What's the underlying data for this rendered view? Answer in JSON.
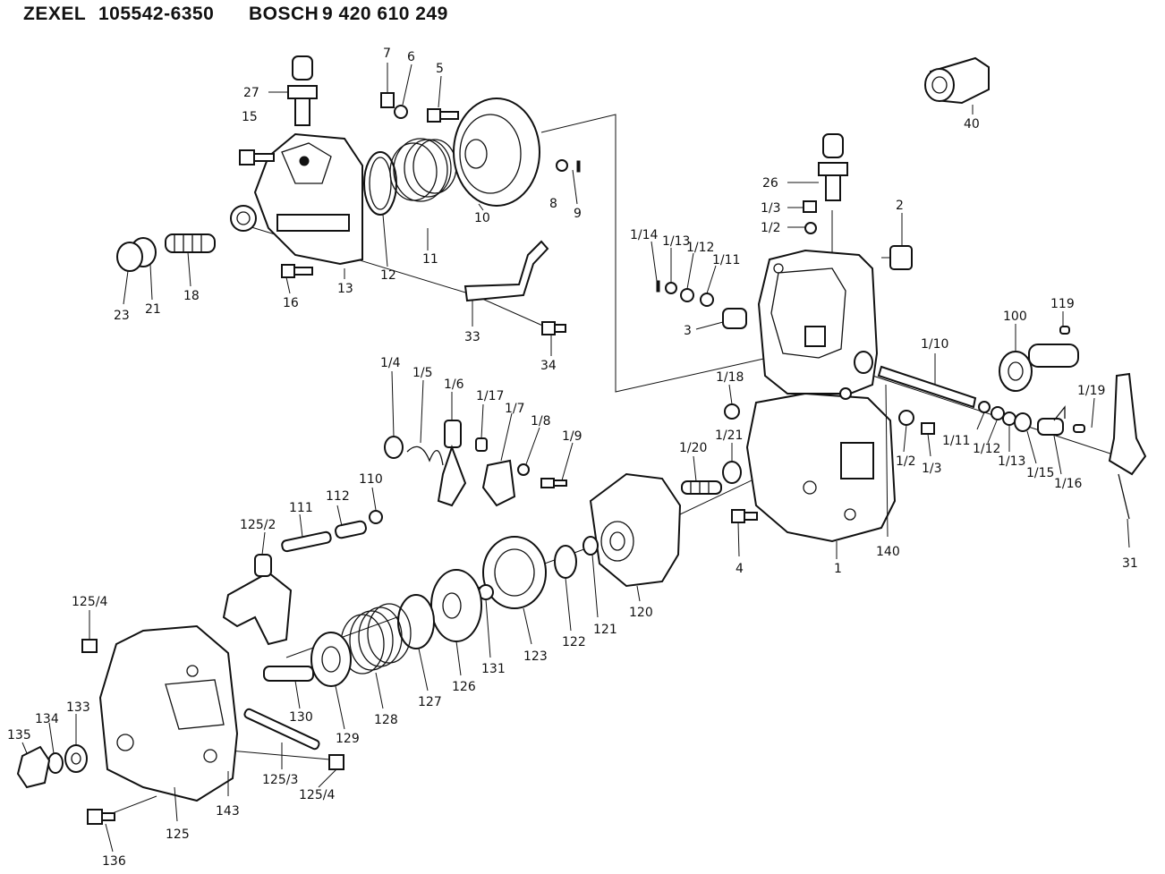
{
  "header": {
    "brand1": "ZEXEL",
    "part1": "105542-6350",
    "brand2": "BOSCH",
    "part2": "9 420 610 249"
  },
  "labels": [
    "7",
    "6",
    "5",
    "27",
    "15",
    "8",
    "9",
    "10",
    "11",
    "12",
    "13",
    "16",
    "18",
    "21",
    "23",
    "33",
    "34",
    "40",
    "26",
    "2",
    "1/3",
    "1/2",
    "1/14",
    "1/13",
    "1/12",
    "1/11",
    "3",
    "100",
    "119",
    "1/10",
    "1/18",
    "1/19",
    "1/11",
    "1/12",
    "1/13",
    "1/15",
    "1/16",
    "1/2",
    "1/3",
    "1/21",
    "1/20",
    "1/4",
    "1/5",
    "1/6",
    "1/17",
    "1/7",
    "1/8",
    "1/9",
    "140",
    "1",
    "31",
    "4",
    "125/2",
    "111",
    "112",
    "110",
    "125/4",
    "120",
    "121",
    "122",
    "123",
    "131",
    "126",
    "127",
    "128",
    "129",
    "130",
    "133",
    "134",
    "135",
    "136",
    "125",
    "143",
    "125/3",
    "125/4"
  ]
}
